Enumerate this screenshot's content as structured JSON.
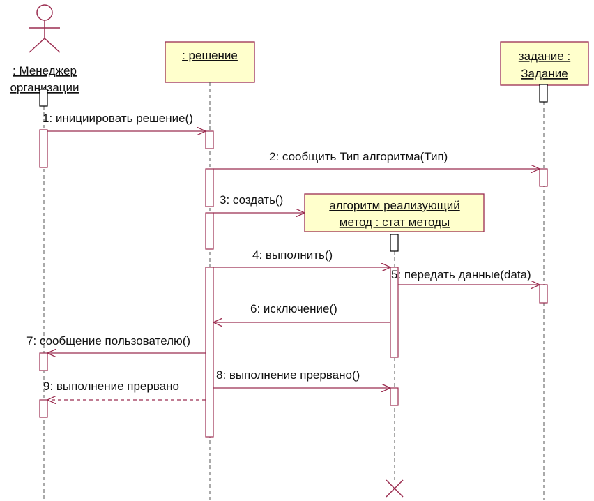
{
  "actor": {
    "name_line1": ": Менеджер",
    "name_line2": "организации"
  },
  "objects": {
    "reshenie": ": решение",
    "zadanie_line1": "задание :",
    "zadanie_line2": "Задание",
    "algoritm_line1": "алгоритм реализующий",
    "algoritm_line2": "метод : стат методы"
  },
  "messages": {
    "m1": "1: инициировать решение()",
    "m2": "2: сообщить Тип алгоритма(Тип)",
    "m3": "3: создать()",
    "m4": "4: выполнить()",
    "m5": "5: передать данные(data)",
    "m6": "6: исключение()",
    "m7": "7: сообщение пользователю()",
    "m8": "8: выполнение прервано()",
    "m9": "9: выполнение прервано"
  },
  "colors": {
    "line": "#9b2d50",
    "box_fill": "#ffffcc",
    "activation_fill": "#ffffff"
  }
}
